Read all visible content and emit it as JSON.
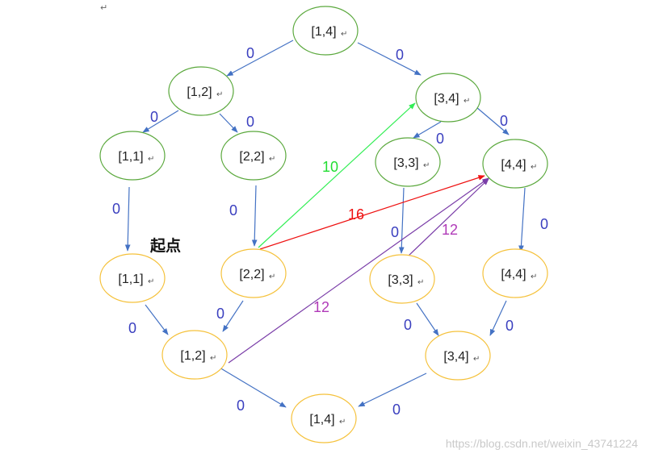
{
  "colors": {
    "upper_node_stroke": "#5aa83c",
    "lower_node_stroke": "#f5c13a",
    "edge_default": "#4472c4",
    "label_default": "#3a3fbf",
    "edge_green": "#33ee55",
    "label_green": "#22dd33",
    "edge_red": "#ee1111",
    "label_red": "#ee1111",
    "edge_purple": "#7a3da8",
    "label_purple": "#b03ab8"
  },
  "return_mark": "↵",
  "start_label": "起点",
  "watermark": "https://blog.csdn.net/weixin_43741224",
  "nodes": [
    {
      "id": "u14",
      "label": "[1,4]",
      "layer": "upper"
    },
    {
      "id": "u12",
      "label": "[1,2]",
      "layer": "upper"
    },
    {
      "id": "u34",
      "label": "[3,4]",
      "layer": "upper"
    },
    {
      "id": "u11",
      "label": "[1,1]",
      "layer": "upper"
    },
    {
      "id": "u22",
      "label": "[2,2]",
      "layer": "upper"
    },
    {
      "id": "u33",
      "label": "[3,3]",
      "layer": "upper"
    },
    {
      "id": "u44",
      "label": "[4,4]",
      "layer": "upper"
    },
    {
      "id": "l11",
      "label": "[1,1]",
      "layer": "lower"
    },
    {
      "id": "l22",
      "label": "[2,2]",
      "layer": "lower"
    },
    {
      "id": "l33",
      "label": "[3,3]",
      "layer": "lower"
    },
    {
      "id": "l44",
      "label": "[4,4]",
      "layer": "lower"
    },
    {
      "id": "l12",
      "label": "[1,2]",
      "layer": "lower"
    },
    {
      "id": "l34",
      "label": "[3,4]",
      "layer": "lower"
    },
    {
      "id": "l14",
      "label": "[1,4]",
      "layer": "lower"
    }
  ],
  "edges": [
    {
      "from": "u14",
      "to": "u12",
      "label": "0",
      "color": "default"
    },
    {
      "from": "u14",
      "to": "u34",
      "label": "0",
      "color": "default"
    },
    {
      "from": "u12",
      "to": "u11",
      "label": "0",
      "color": "default"
    },
    {
      "from": "u12",
      "to": "u22",
      "label": "0",
      "color": "default"
    },
    {
      "from": "u34",
      "to": "u33",
      "label": "0",
      "color": "default"
    },
    {
      "from": "u34",
      "to": "u44",
      "label": "0",
      "color": "default"
    },
    {
      "from": "u11",
      "to": "l11",
      "label": "0",
      "color": "default"
    },
    {
      "from": "u22",
      "to": "l22",
      "label": "0",
      "color": "default"
    },
    {
      "from": "u33",
      "to": "l33",
      "label": "0",
      "color": "default"
    },
    {
      "from": "u44",
      "to": "l44",
      "label": "0",
      "color": "default"
    },
    {
      "from": "l11",
      "to": "l12",
      "label": "0",
      "color": "default"
    },
    {
      "from": "l22",
      "to": "l12",
      "label": "0",
      "color": "default"
    },
    {
      "from": "l33",
      "to": "l34",
      "label": "0",
      "color": "default"
    },
    {
      "from": "l44",
      "to": "l34",
      "label": "0",
      "color": "default"
    },
    {
      "from": "l12",
      "to": "l14",
      "label": "0",
      "color": "default"
    },
    {
      "from": "l34",
      "to": "l14",
      "label": "0",
      "color": "default"
    },
    {
      "from": "l22",
      "to": "u34",
      "label": "10",
      "color": "green"
    },
    {
      "from": "l22",
      "to": "u44",
      "label": "16",
      "color": "red"
    },
    {
      "from": "l12",
      "to": "u44",
      "label": "12",
      "color": "purple"
    },
    {
      "from": "l33",
      "to": "u44",
      "label": "12",
      "color": "purple"
    }
  ]
}
